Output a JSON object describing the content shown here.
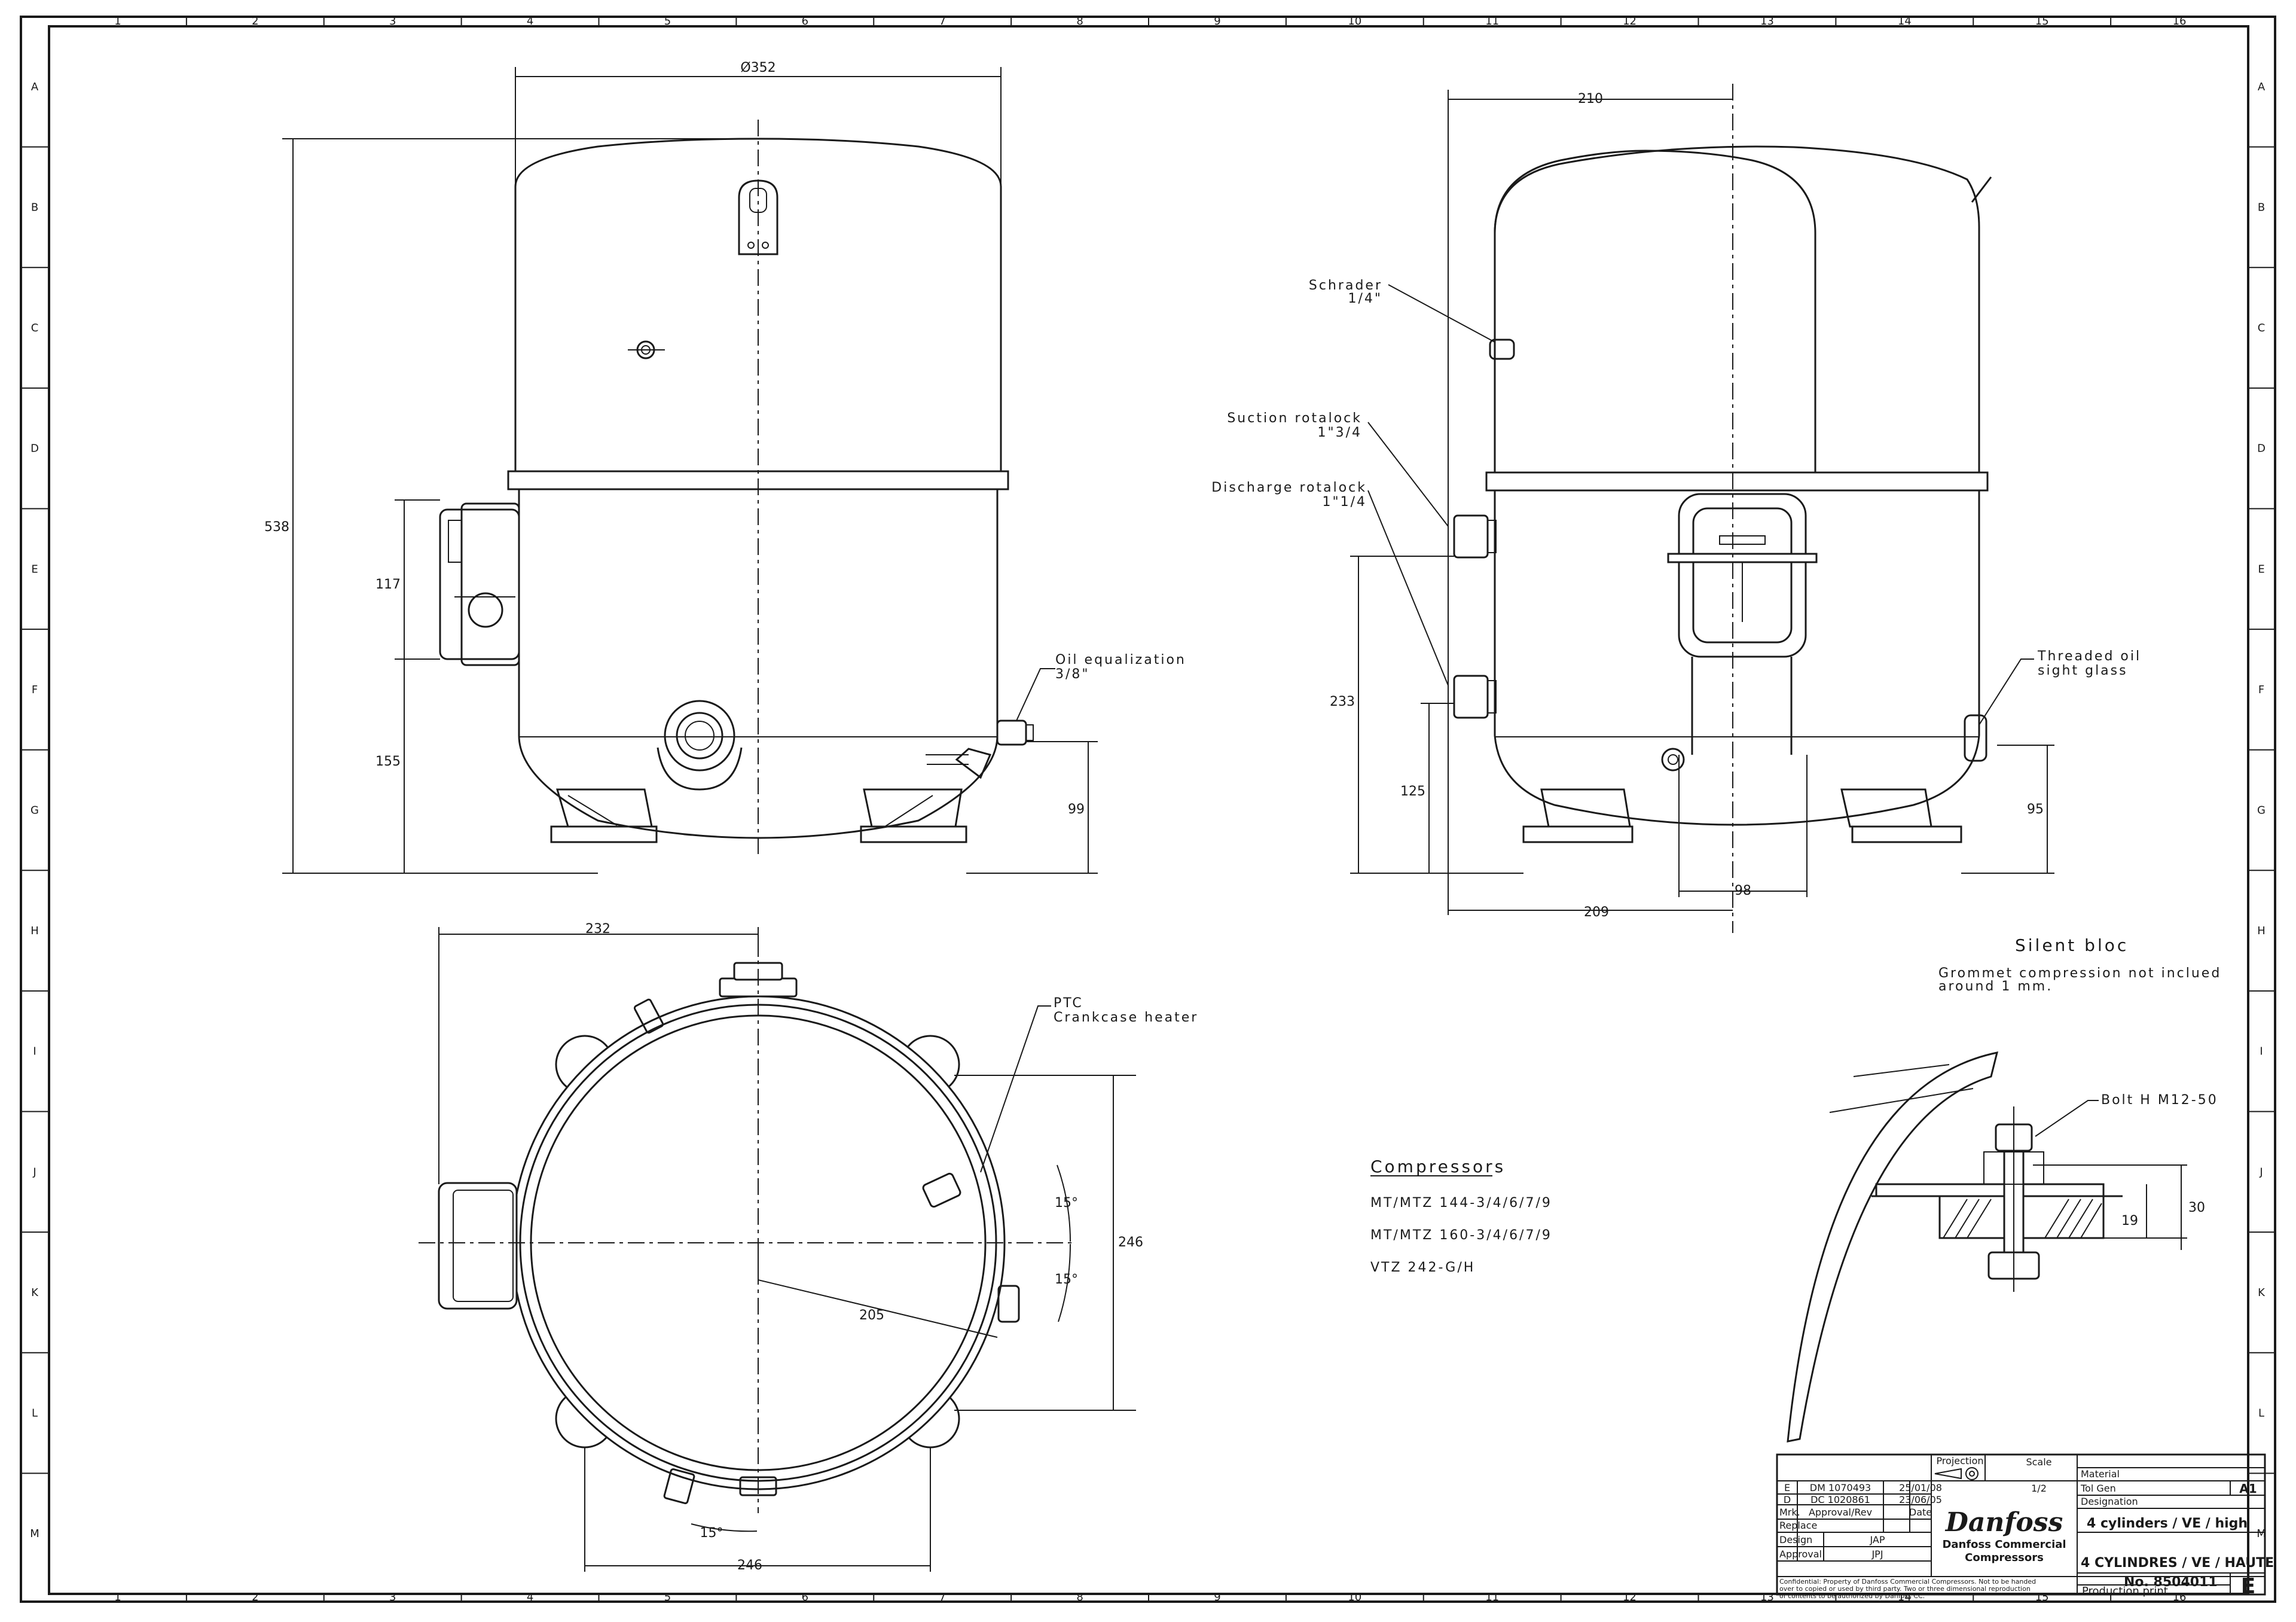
{
  "border": {
    "columns": [
      "1",
      "2",
      "3",
      "4",
      "5",
      "6",
      "7",
      "8",
      "9",
      "10",
      "11",
      "12",
      "13",
      "14",
      "15",
      "16"
    ],
    "rows": [
      "A",
      "B",
      "C",
      "D",
      "E",
      "F",
      "G",
      "H",
      "I",
      "J",
      "K",
      "L",
      "M"
    ]
  },
  "front_view": {
    "dim_diameter": "Ø352",
    "dim_height": "538",
    "dim_box": "117",
    "dim_box_height": "155",
    "dim_oil_height": "99",
    "oil_label_1": "Oil equalization",
    "oil_label_2": "3/8\""
  },
  "side_view": {
    "dim_top": "210",
    "schrader_1": "Schrader",
    "schrader_2": "1/4\"",
    "suction_1": "Suction rotalock",
    "suction_2": "1\"3/4",
    "discharge_1": "Discharge rotalock",
    "discharge_2": "1\"1/4",
    "oil_glass_1": "Threaded oil",
    "oil_glass_2": "sight glass",
    "dim_233": "233",
    "dim_125": "125",
    "dim_95": "95",
    "dim_98": "98",
    "dim_209": "209"
  },
  "top_view": {
    "dim_232": "232",
    "ptc_1": "PTC",
    "ptc_2": "Crankcase heater",
    "dim_15a": "15°",
    "dim_15b": "15°",
    "dim_246v": "246",
    "dim_205": "205",
    "dim_15c": "15°",
    "dim_246h": "246"
  },
  "compressors": {
    "heading": "Compressors",
    "items": [
      "MT/MTZ 144-3/4/6/7/9",
      "MT/MTZ 160-3/4/6/7/9",
      "VTZ 242-G/H"
    ]
  },
  "silent_bloc": {
    "title": "Silent bloc",
    "note_1": "Grommet compression not inclued",
    "note_2": "around 1 mm.",
    "bolt": "Bolt H M12-50",
    "dim_30": "30",
    "dim_19": "19"
  },
  "title_block": {
    "rev_rows": [
      {
        "letter": "E",
        "ref": "DM 1070493",
        "date": "25/01/08"
      },
      {
        "letter": "D",
        "ref": "DC 1020861",
        "date": "23/06/05"
      }
    ],
    "hdr_mrk": "Mrk.",
    "hdr_approval": "Approval/Rev",
    "hdr_date": "Date",
    "replace": "Replace",
    "design": "Design",
    "design_val": "JAP",
    "approval": "Approval",
    "approval_val": "JPJ",
    "projection": "Projection",
    "scale": "Scale",
    "scale_val": "1/2",
    "material": "Material",
    "tol_gen": "Tol Gen",
    "size": "A1",
    "designation": "Designation",
    "designation_en": "4 cylinders / VE / high",
    "designation_fr": "4 CYLINDRES / VE / HAUTE",
    "number": "No. 8504011",
    "rev": "E",
    "production": "Production print",
    "logo": "Danfoss",
    "company_1": "Danfoss Commercial",
    "company_2": "Compressors",
    "confidential_1": "Confidential: Property of Danfoss Commercial Compressors. Not to be handed",
    "confidential_2": "over to copied or used by third party. Two or three dimensional reproduction",
    "confidential_3": "of contents to be authorized by Danfoss CC."
  }
}
